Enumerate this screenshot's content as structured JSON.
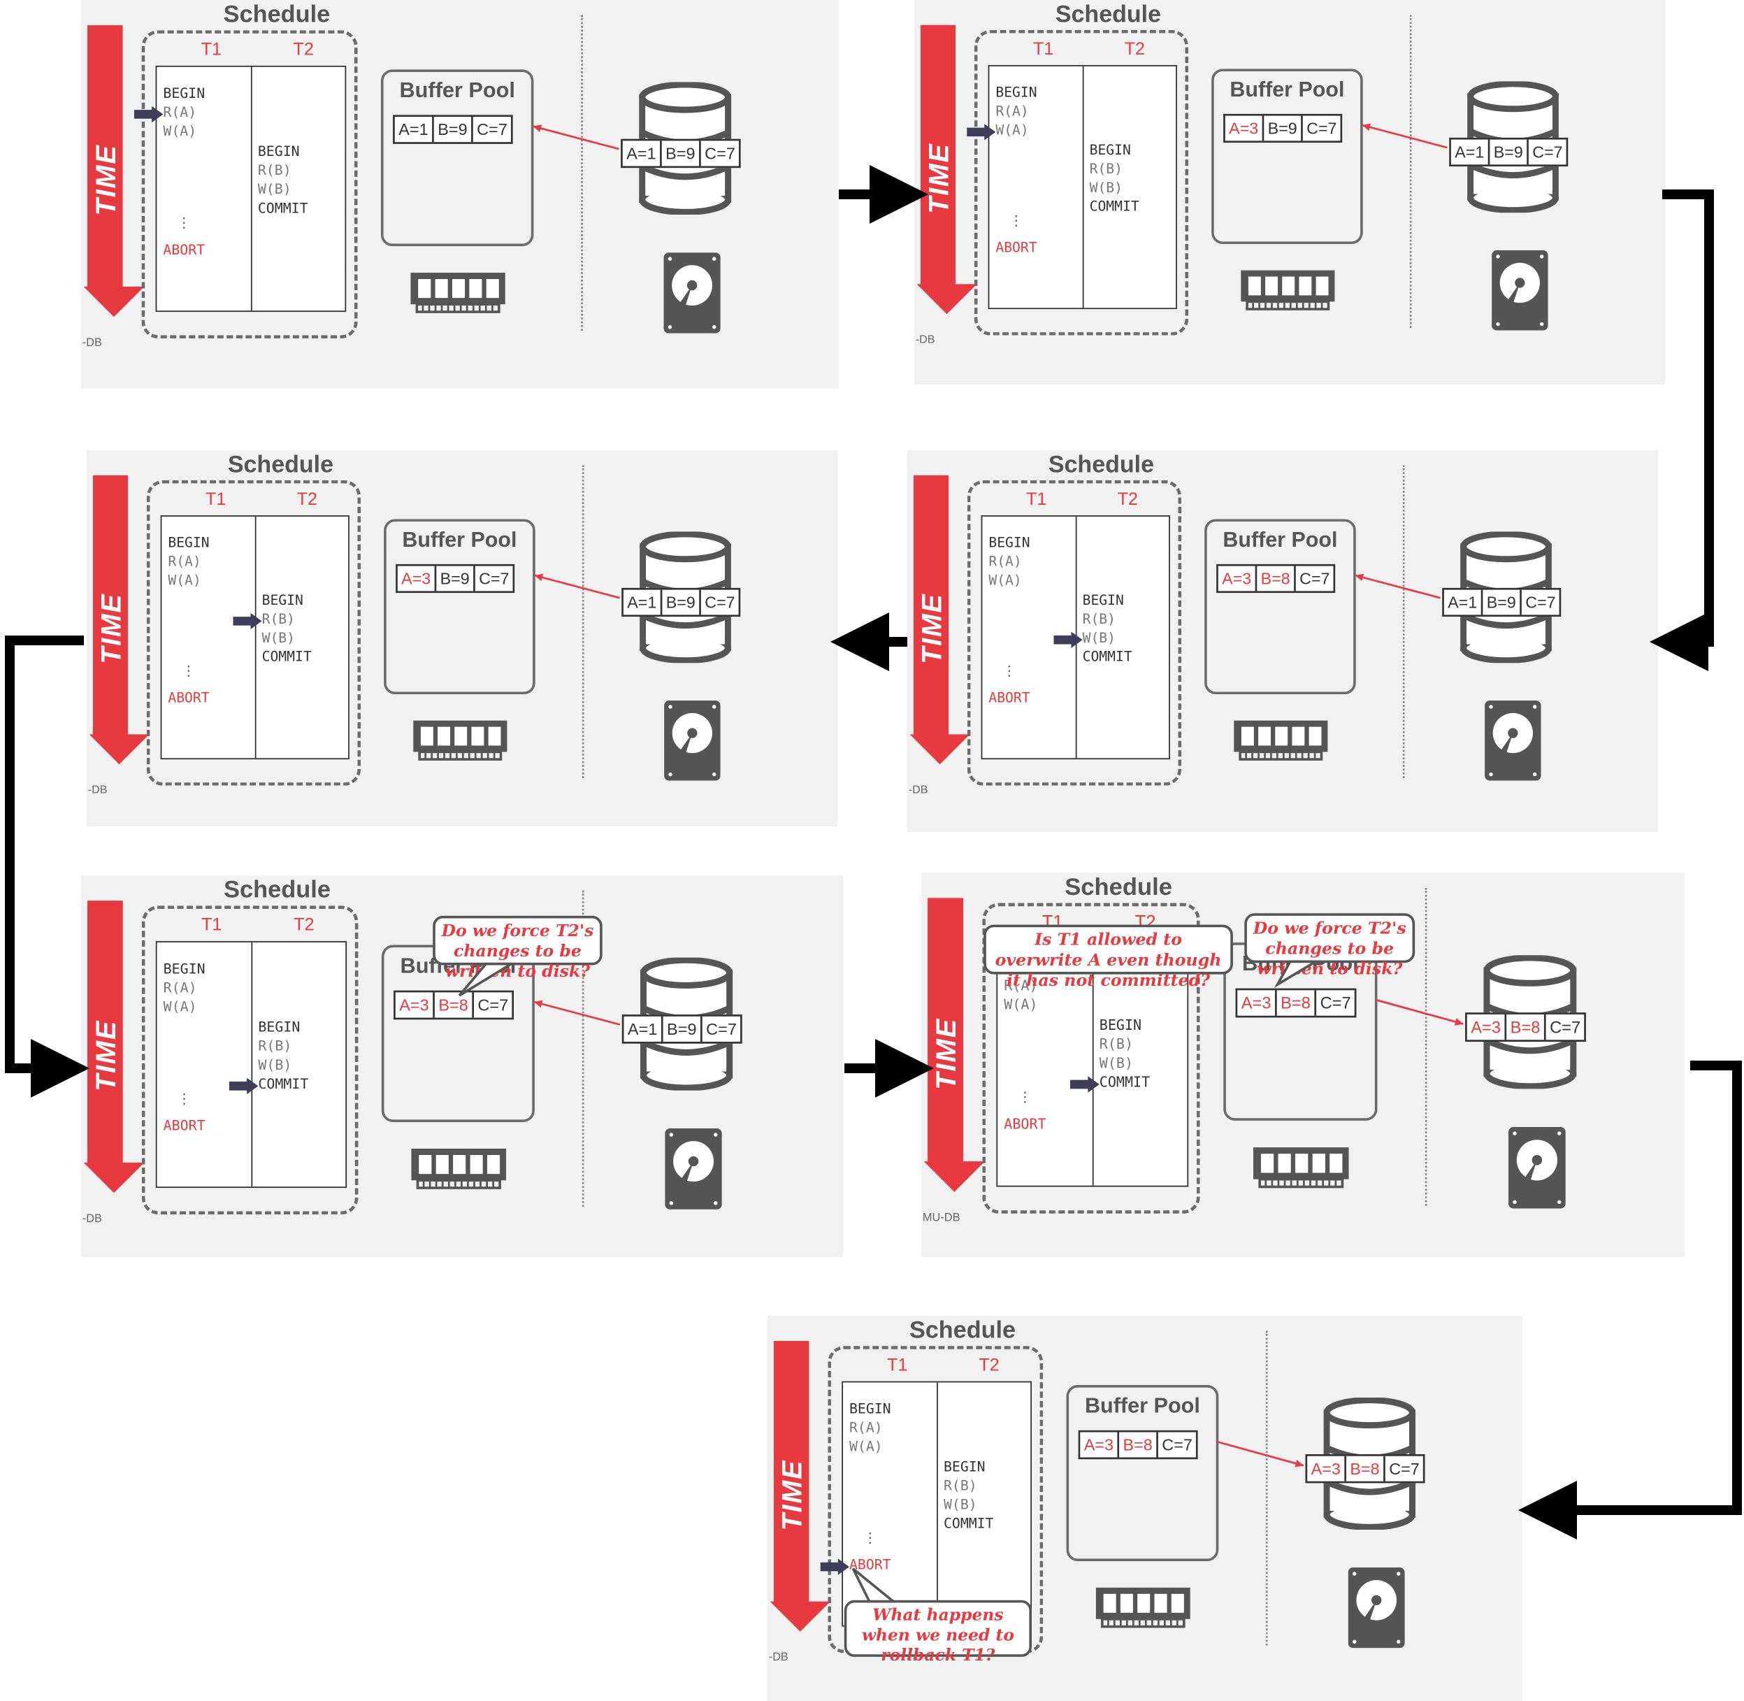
{
  "colors": {
    "accent": "#e63a40",
    "pointer": "#3e3e5a",
    "panel": "#f1f1f1"
  },
  "labels": {
    "schedule": "Schedule",
    "t1": "T1",
    "t2": "T2",
    "time": "TIME",
    "buffer_pool": "Buffer Pool",
    "footer": "-DB",
    "footer_alt": "MU-DB"
  },
  "t1_ops": [
    "BEGIN",
    "R(A)",
    "W(A)",
    "ABORT"
  ],
  "t2_ops": [
    "BEGIN",
    "R(B)",
    "W(B)",
    "COMMIT"
  ],
  "panels": [
    {
      "step": 1,
      "pointer": "t1-R(A)",
      "buffer": [
        "A=1",
        "B=9",
        "C=7"
      ],
      "buffer_red": [],
      "disk": [
        "A=1",
        "B=9",
        "C=7"
      ],
      "disk_red": []
    },
    {
      "step": 2,
      "pointer": "t1-W(A)",
      "buffer": [
        "A=3",
        "B=9",
        "C=7"
      ],
      "buffer_red": [
        0
      ],
      "disk": [
        "A=1",
        "B=9",
        "C=7"
      ],
      "disk_red": []
    },
    {
      "step": 3,
      "pointer": "t2-R(B)",
      "buffer": [
        "A=3",
        "B=9",
        "C=7"
      ],
      "buffer_red": [
        0
      ],
      "disk": [
        "A=1",
        "B=9",
        "C=7"
      ],
      "disk_red": []
    },
    {
      "step": 4,
      "pointer": "t2-W(B)",
      "buffer": [
        "A=3",
        "B=8",
        "C=7"
      ],
      "buffer_red": [
        0,
        1
      ],
      "disk": [
        "A=1",
        "B=9",
        "C=7"
      ],
      "disk_red": []
    },
    {
      "step": 5,
      "pointer": "t2-COMMIT",
      "buffer": [
        "A=3",
        "B=8",
        "C=7"
      ],
      "buffer_red": [
        0,
        1
      ],
      "disk": [
        "A=1",
        "B=9",
        "C=7"
      ],
      "disk_red": []
    },
    {
      "step": 6,
      "pointer": "t2-COMMIT",
      "buffer": [
        "A=3",
        "B=8",
        "C=7"
      ],
      "buffer_red": [
        0,
        1
      ],
      "disk": [
        "A=3",
        "B=8",
        "C=7"
      ],
      "disk_red": [
        0,
        1
      ]
    },
    {
      "step": 7,
      "pointer": "t1-ABORT",
      "buffer": [
        "A=3",
        "B=8",
        "C=7"
      ],
      "buffer_red": [
        0,
        1
      ],
      "disk": [
        "A=3",
        "B=8",
        "C=7"
      ],
      "disk_red": [
        0,
        1
      ]
    }
  ],
  "callouts": {
    "force_write": "Do we force T2's changes to be written to disk?",
    "overwrite_a": "Is T1 allowed to overwrite A even though it has not committed?",
    "rollback": "What happens when we need to rollback T1?"
  }
}
